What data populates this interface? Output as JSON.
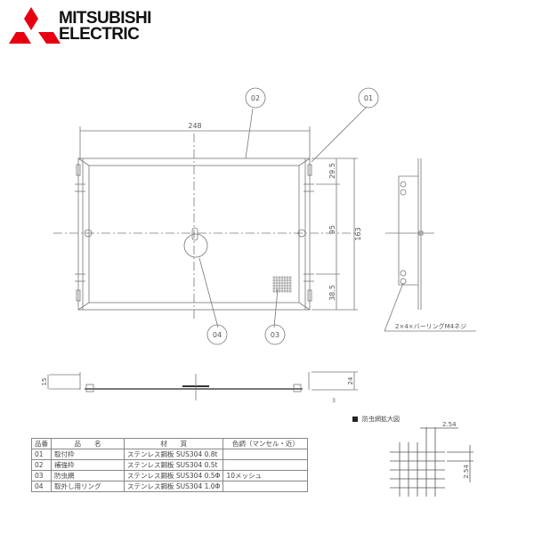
{
  "brand": {
    "name_line1": "MITSUBISHI",
    "name_line2": "ELECTRIC",
    "logo_color": "#e60012"
  },
  "front_view": {
    "dim_width": "248",
    "dim_height_total": "163",
    "dim_top": "29.5",
    "dim_middle": "95",
    "dim_bottom": "38.5",
    "callouts": [
      "02",
      "01",
      "04",
      "03"
    ]
  },
  "side_view": {
    "screw_note": "2×4×バーリングM4ネジ"
  },
  "bottom_view": {
    "dim_left": "15",
    "dim_right": "24",
    "dim_small": "3"
  },
  "mesh_detail": {
    "title": "防虫網拡大図",
    "pitch_h": "2.54",
    "pitch_v": "2.54"
  },
  "parts_table": {
    "headers": [
      "品番",
      "品　　名",
      "材　　質",
      "色調（マンセル・近）"
    ],
    "rows": [
      {
        "no": "01",
        "name": "取付枠",
        "material": "ステンレス鋼板 SUS304 0.8t",
        "color": ""
      },
      {
        "no": "02",
        "name": "補強枠",
        "material": "ステンレス鋼板 SUS304 0.5t",
        "color": ""
      },
      {
        "no": "03",
        "name": "防虫網",
        "material": "ステンレス鋼板 SUS304 0.5Φ",
        "color": "10メッシュ"
      },
      {
        "no": "04",
        "name": "取外し用リング",
        "material": "ステンレス鋼板 SUS304 1.0Φ",
        "color": ""
      }
    ]
  }
}
